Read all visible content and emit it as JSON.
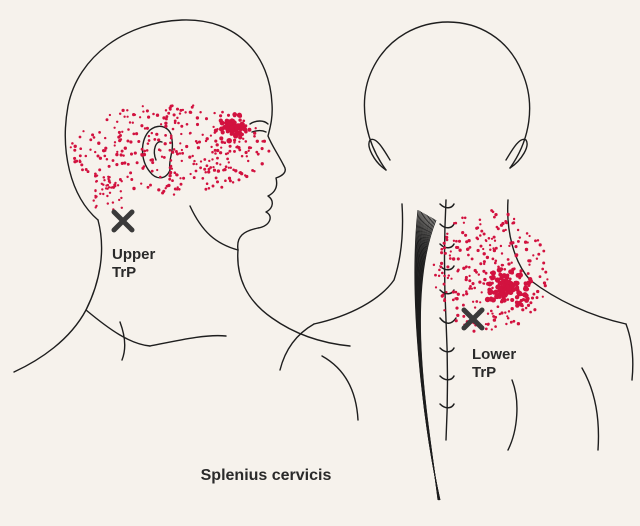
{
  "figure": {
    "labels": {
      "upper_trp": [
        "Upper",
        "TrP"
      ],
      "lower_trp": [
        "Lower",
        "TrP"
      ],
      "caption": "Splenius cervicis"
    },
    "colors": {
      "background": "#f6f2ec",
      "line": "#1e1e1e",
      "referred_pain": "#d2123f",
      "trigger_marker": "#3a3a3a"
    },
    "icons": {
      "trigger_marker": "x-mark-icon"
    }
  }
}
